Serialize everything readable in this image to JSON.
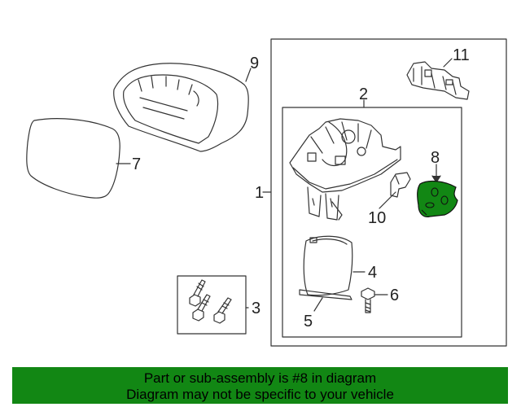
{
  "callouts": {
    "c1": "1",
    "c2": "2",
    "c3": "3",
    "c4": "4",
    "c5": "5",
    "c6": "6",
    "c7": "7",
    "c8": "8",
    "c9": "9",
    "c10": "10",
    "c11": "11"
  },
  "banner": {
    "line1": "Part or sub-assembly is #8 in diagram",
    "line2": "Diagram may not be specific to your vehicle"
  },
  "colors": {
    "highlight": "#128714",
    "line": "#333333"
  }
}
